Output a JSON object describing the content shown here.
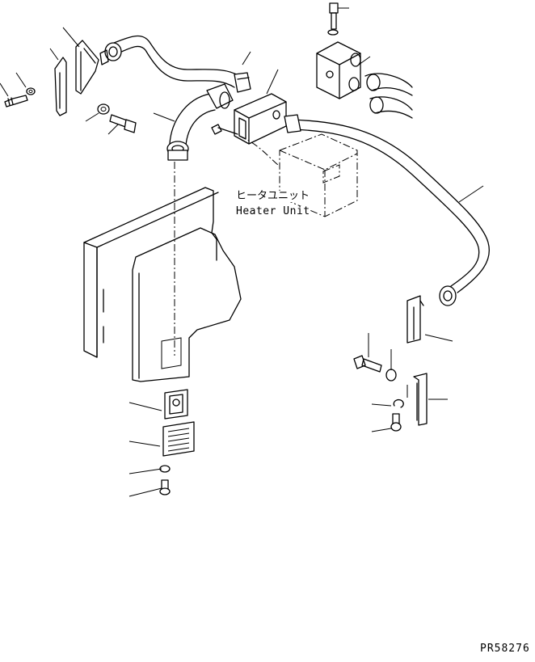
{
  "labels": {
    "heater_unit_jp": "ヒータユニット",
    "heater_unit_en": "Heater Unit",
    "drawing_number": "PR58276"
  }
}
